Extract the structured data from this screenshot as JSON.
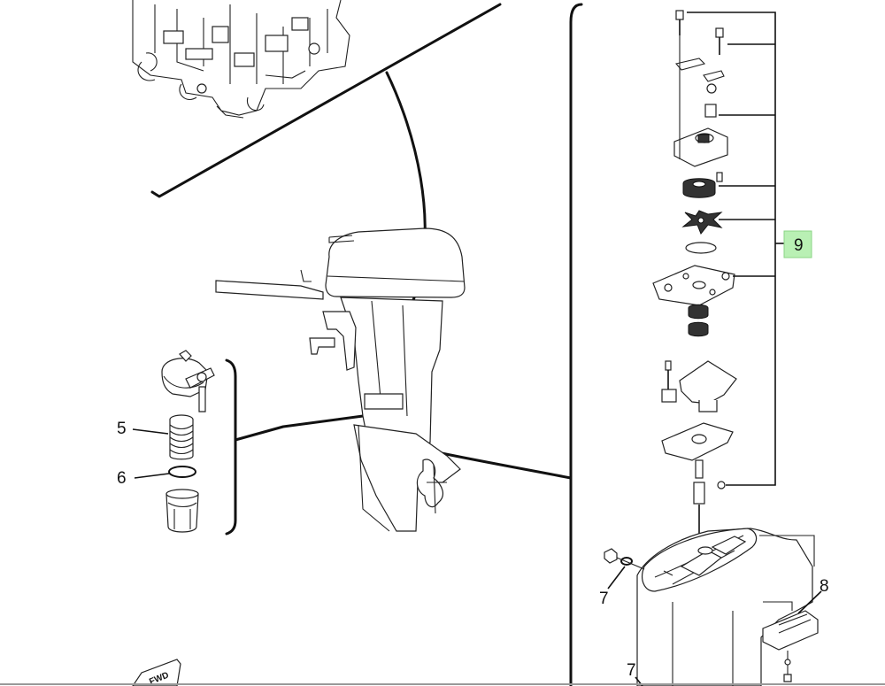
{
  "callouts": {
    "c5": "5",
    "c6": "6",
    "c7a": "7",
    "c7b": "7",
    "c8": "8",
    "c9": "9"
  },
  "highlight_color": "#b9f0b4",
  "fwd_text": "FWD",
  "icons": [
    "engine-block",
    "outboard-motor",
    "fuel-connector",
    "water-pump-kit",
    "lower-unit",
    "anode",
    "bolt",
    "washer",
    "impeller",
    "o-ring"
  ]
}
